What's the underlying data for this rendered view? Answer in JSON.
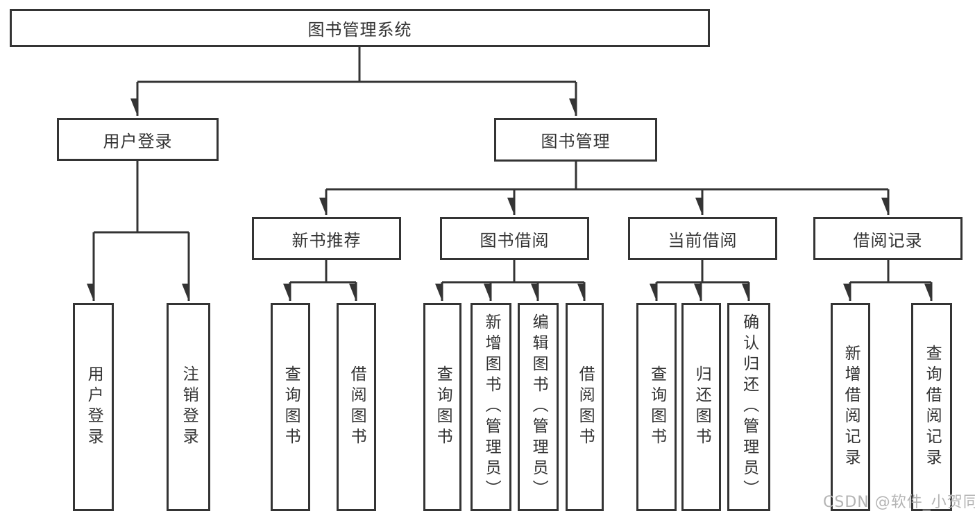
{
  "diagram": {
    "type": "hierarchy-tree",
    "title": "图书管理系统",
    "hierarchy": {
      "图书管理系统": {
        "用户登录": [
          "用户登录",
          "注销登录"
        ],
        "图书管理": {
          "新书推荐": [
            "查询图书",
            "借阅图书"
          ],
          "图书借阅": [
            "查询图书",
            "新增图书（管理员）",
            "编辑图书（管理员）",
            "借阅图书"
          ],
          "当前借阅": [
            "查询图书",
            "归还图书",
            "确认归还（管理员）"
          ],
          "借阅记录": [
            "新增借阅记录",
            "查询借阅记录"
          ]
        }
      }
    }
  },
  "nodes": {
    "root": {
      "label": "图书管理系统"
    },
    "user_login": {
      "label": "用户登录"
    },
    "book_mgmt": {
      "label": "图书管理"
    },
    "new_book_rec": {
      "label": "新书推荐"
    },
    "book_borrow": {
      "label": "图书借阅"
    },
    "current_borrow": {
      "label": "当前借阅"
    },
    "borrow_record": {
      "label": "借阅记录"
    },
    "login_leaf": {
      "label": "用户登录"
    },
    "logout_leaf": {
      "label": "注销登录"
    },
    "rec_query_book": {
      "label": "查询图书"
    },
    "rec_borrow_book": {
      "label": "借阅图书"
    },
    "bb_query_book": {
      "label": "查询图书"
    },
    "bb_add_book": {
      "label": "新增图书（管理员）"
    },
    "bb_edit_book": {
      "label": "编辑图书（管理员）"
    },
    "bb_borrow_book": {
      "label": "借阅图书"
    },
    "cb_query_book": {
      "label": "查询图书"
    },
    "cb_return_book": {
      "label": "归还图书"
    },
    "cb_confirm_return": {
      "label": "确认归还（管理员）"
    },
    "br_add_record": {
      "label": "新增借阅记录"
    },
    "br_query_record": {
      "label": "查询借阅记录"
    }
  },
  "watermark": {
    "text": "CSDN @软件_小贺同学"
  },
  "colors": {
    "line": "#343434",
    "text": "#333333",
    "box_background": "#ffffff",
    "watermark": "#b4b4b4"
  }
}
